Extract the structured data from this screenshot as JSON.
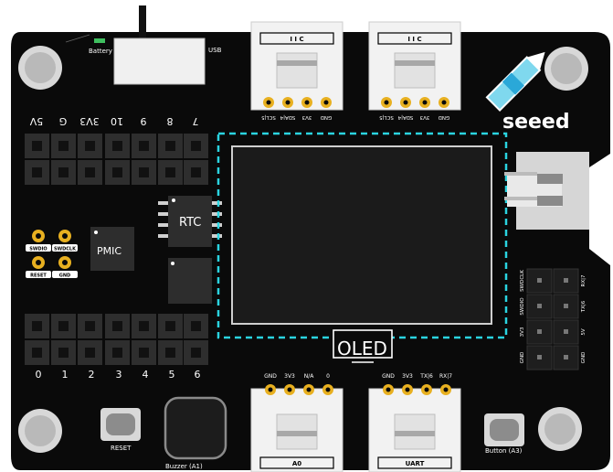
{
  "board": {
    "battery_label": "Battery",
    "usb_label": "USB",
    "brand_label": "seeed",
    "oled_label": "OLED",
    "rtc_label": "RTC",
    "pmic_label": "PMIC",
    "reset_label": "RESET",
    "buzzer_label": "Buzzer (A1)",
    "button_label": "Button (A3)",
    "top_header_labels": [
      "5V",
      "G",
      "3V3",
      "10",
      "9",
      "8",
      "7"
    ],
    "bottom_header_labels": [
      "0",
      "1",
      "2",
      "3",
      "4",
      "5",
      "6"
    ],
    "swd_pads": [
      "SWDIO",
      "SWDCLK",
      "RESET",
      "GND"
    ],
    "top_connector_1": {
      "code": "I I C",
      "pins": [
        "SCL|5",
        "SDA|4",
        "3V3",
        "GND"
      ]
    },
    "top_connector_2": {
      "code": "I I C",
      "pins": [
        "SCL|5",
        "SDA|4",
        "3V3",
        "GND"
      ]
    },
    "bottom_connector_1": {
      "code": "A0",
      "pins": [
        "GND",
        "3V3",
        "N/A",
        "0"
      ]
    },
    "bottom_connector_2": {
      "code": "UART",
      "pins": [
        "GND",
        "3V3",
        "TX|6",
        "RX|7"
      ]
    },
    "right_header_left_labels": [
      "SWDCLK",
      "SWDIO",
      "3V3",
      "GND"
    ],
    "right_header_right_labels": [
      "RX|7",
      "TX|6",
      "5V",
      "GND"
    ]
  },
  "colors": {
    "board": "#0a0a0a",
    "oled_dash": "#2ad4e0",
    "pad_gold": "#e8b020",
    "connector_white": "#f2f2f2",
    "screen": "#1b1b1b"
  }
}
